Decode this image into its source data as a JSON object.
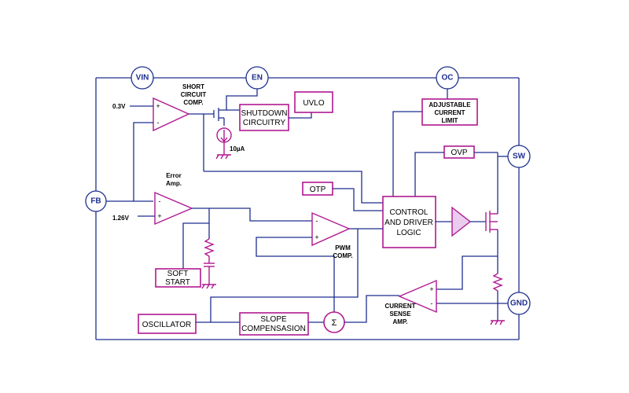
{
  "pins": {
    "vin": "VIN",
    "en": "EN",
    "oc": "OC",
    "sw": "SW",
    "fb": "FB",
    "gnd": "GND"
  },
  "blocks": {
    "shutdown": [
      "SHUTDOWN",
      "CIRCUITRY"
    ],
    "uvlo": "UVLO",
    "adjustable_limit": [
      "ADJUSTABLE",
      "CURRENT",
      "LIMIT"
    ],
    "ovp": "OVP",
    "otp": "OTP",
    "control_logic": [
      "CONTROL",
      "AND DRIVER",
      "LOGIC"
    ],
    "soft_start": [
      "SOFT",
      "START"
    ],
    "oscillator": "OSCILLATOR",
    "slope_comp": [
      "SLOPE",
      "COMPENSASION"
    ],
    "summer": "Σ"
  },
  "labels": {
    "short_circuit": [
      "SHORT",
      "CIRCUIT",
      "COMP."
    ],
    "v03": "0.3V",
    "current_source": "10µA",
    "error_amp": [
      "Error",
      "Amp."
    ],
    "v126": "1.26V",
    "pwm_comp": [
      "PWM",
      "COMP."
    ],
    "current_sense": [
      "CURRENT",
      "SENSE",
      "AMP."
    ]
  },
  "amp_signs": {
    "plus": "+",
    "minus": "-"
  }
}
